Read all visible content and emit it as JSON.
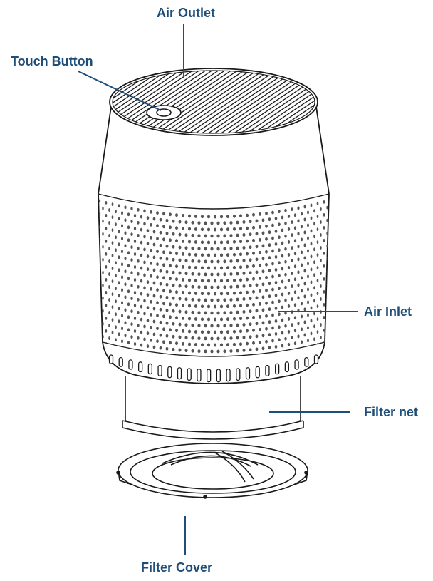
{
  "labels": {
    "air_outlet": "Air Outlet",
    "touch_button": "Touch Button",
    "air_inlet": "Air Inlet",
    "filter_net": "Filter net",
    "filter_cover": "Filter Cover"
  },
  "colors": {
    "label_text": "#1f4e79",
    "leader_line": "#1f4e79",
    "outline": "#1a1a1a",
    "perforation": "#555555"
  }
}
